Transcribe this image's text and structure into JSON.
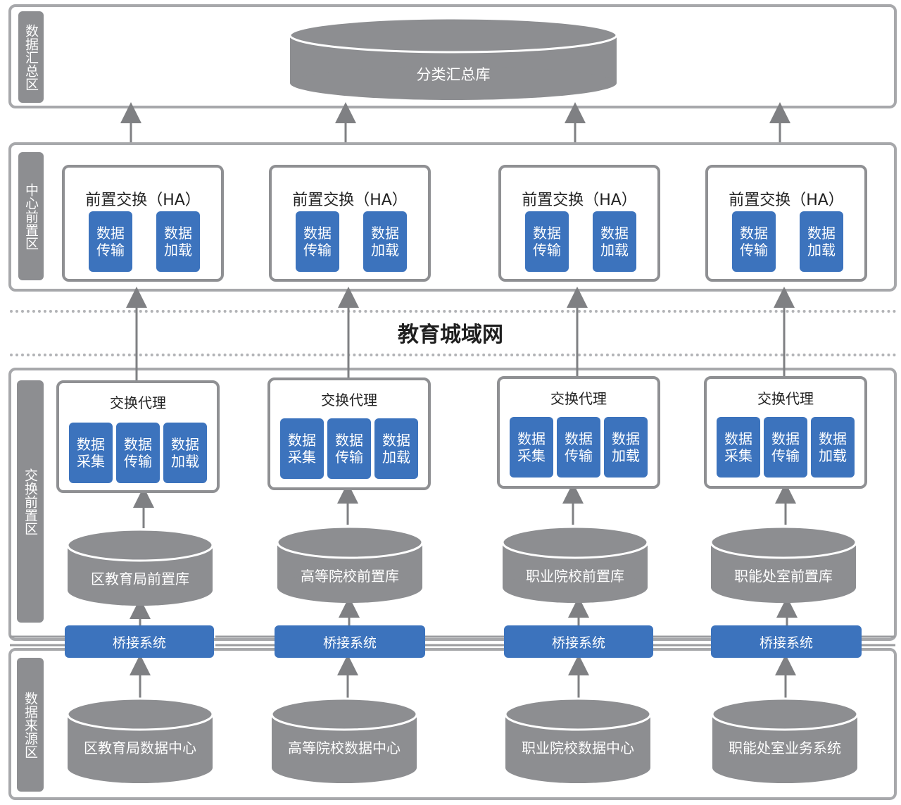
{
  "zones": {
    "summary": "数据汇总区",
    "center": "中心前置区",
    "exchange": "交换前置区",
    "source": "数据来源区"
  },
  "summary_db": "分类汇总库",
  "network_label": "教育城域网",
  "center_nodes": [
    {
      "title": "前置交换（HA）",
      "modules": [
        "数据\n传输",
        "数据\n加载"
      ]
    },
    {
      "title": "前置交换（HA）",
      "modules": [
        "数据\n传输",
        "数据\n加载"
      ]
    },
    {
      "title": "前置交换（HA）",
      "modules": [
        "数据\n传输",
        "数据\n加载"
      ]
    },
    {
      "title": "前置交换（HA）",
      "modules": [
        "数据\n传输",
        "数据\n加载"
      ]
    }
  ],
  "agents": [
    {
      "title": "交换代理",
      "modules": [
        "数据\n采集",
        "数据\n传输",
        "数据\n加载"
      ]
    },
    {
      "title": "交换代理",
      "modules": [
        "数据\n采集",
        "数据\n传输",
        "数据\n加载"
      ]
    },
    {
      "title": "交换代理",
      "modules": [
        "数据\n采集",
        "数据\n传输",
        "数据\n加载"
      ]
    },
    {
      "title": "交换代理",
      "modules": [
        "数据\n采集",
        "数据\n传输",
        "数据\n加载"
      ]
    }
  ],
  "front_dbs": [
    "区教育局前置库",
    "高等院校前置库",
    "职业院校前置库",
    "职能处室前置库"
  ],
  "bridges": [
    "桥接系统",
    "桥接系统",
    "桥接系统",
    "桥接系统"
  ],
  "source_dbs": [
    "区教育局数据中心",
    "高等院校数据中心",
    "职业院校数据中心",
    "职能处室业务系统"
  ],
  "colors": {
    "blue": "#3c73bd",
    "gray": "#8d8e91",
    "border": "#a7a8ab"
  }
}
